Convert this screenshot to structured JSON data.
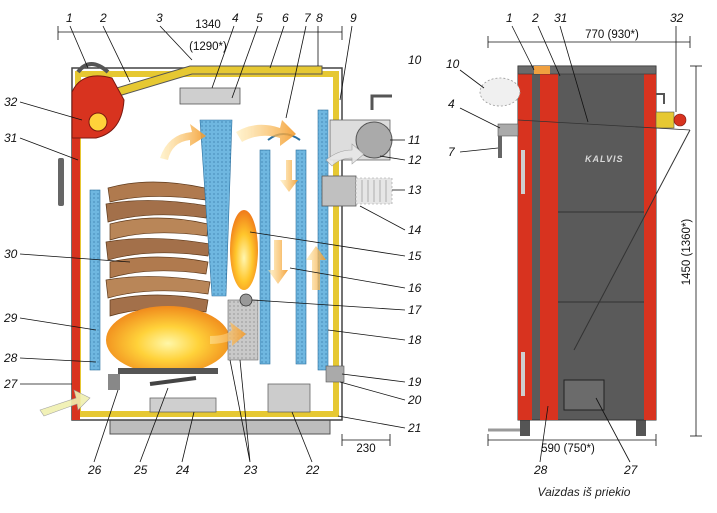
{
  "side_labels": [
    "1",
    "2",
    "3",
    "4",
    "5",
    "6",
    "7",
    "8",
    "9",
    "10",
    "11",
    "12",
    "13",
    "14",
    "15",
    "16",
    "17",
    "18",
    "19",
    "20",
    "21",
    "22",
    "23",
    "24",
    "25",
    "26",
    "27",
    "28",
    "29",
    "30",
    "31",
    "32"
  ],
  "front_labels": [
    "1",
    "2",
    "31",
    "32",
    "10",
    "4",
    "7",
    "28",
    "27"
  ],
  "dimensions": {
    "side_width": "1340",
    "side_width_alt": "(1290*)",
    "side_depth": "230",
    "front_width_top": "770 (930*)",
    "front_height": "1450 (1360*)",
    "front_width_bottom": "590 (750*)"
  },
  "brand": "KALVIS",
  "caption": "Vaizdas iš priekio",
  "colors": {
    "body_red": "#d8331f",
    "body_dark": "#5a5a5a",
    "insulation_yellow": "#e6c832",
    "water_blue": "#6fb7e0",
    "flame_orange": "#f6a623",
    "firewood_brown": "#b07a4e",
    "panel_gray": "#aaaaaa"
  }
}
